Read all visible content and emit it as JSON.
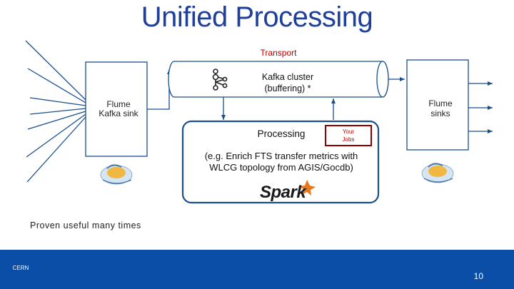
{
  "title": "Unified Processing",
  "transport_label": "Transport",
  "kafka": {
    "label_line1": "Kafka cluster",
    "label_line2": "(buffering) *"
  },
  "flume_source": {
    "line1": "Flume",
    "line2": "Kafka sink"
  },
  "flume_sinks": {
    "line1": "Flume",
    "line2": "sinks"
  },
  "processing": {
    "label": "Processing",
    "your_jobs_line1": "Your",
    "your_jobs_line2": "Jobs",
    "note_line1": "(e.g. Enrich FTS transfer metrics with",
    "note_line2": "WLCG topology from AGIS/Gocdb)",
    "spark_label": "Spark"
  },
  "footnote": "Proven useful many times",
  "footer": {
    "org_label": "CERN",
    "page_number": "10"
  },
  "icons": [
    "kafka-icon",
    "flume-icon",
    "spark-icon",
    "cern-logo"
  ],
  "colors": {
    "title": "#1f3f99",
    "transport": "#c00000",
    "frame": "#1a4f8b",
    "footer": "#0a4ea8",
    "jobs_box": "#8b0000"
  }
}
